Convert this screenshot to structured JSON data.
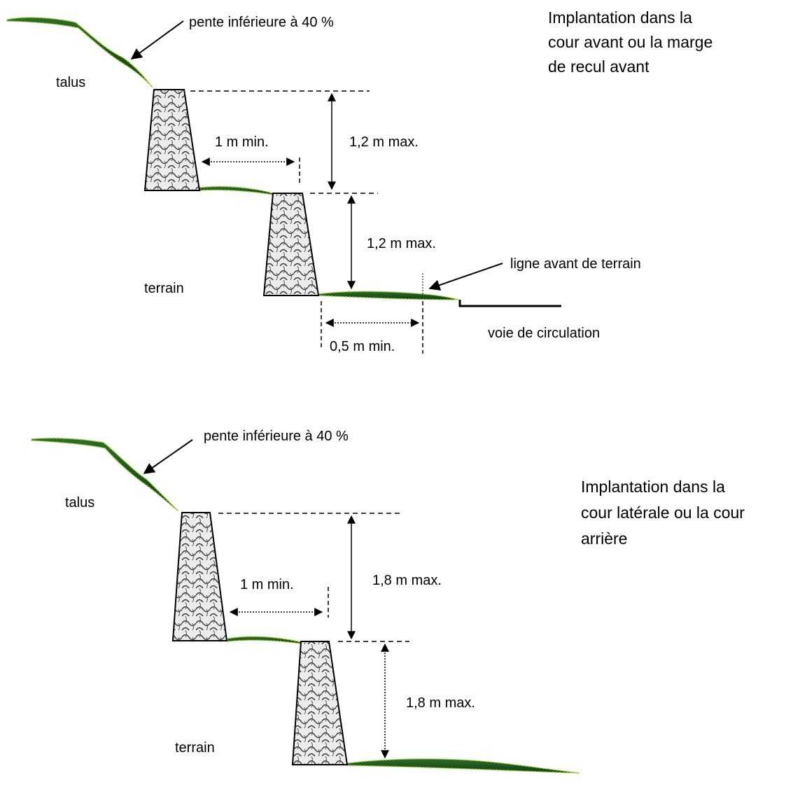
{
  "colors": {
    "ground_dark": "#1f4d1f",
    "ground_light": "#9acd32",
    "wall_fill": "#e8e8e8",
    "line": "#000000"
  },
  "top": {
    "title_lines": [
      "Implantation dans la",
      "cour avant ou la marge",
      "de recul avant"
    ],
    "slope_label": "pente inférieure à 40 %",
    "talus_label": "talus",
    "terrain_label": "terrain",
    "spacing_label": "1 m min.",
    "height_upper_label": "1,2 m max.",
    "height_lower_label": "1,2 m max.",
    "front_line_label": "ligne avant de terrain",
    "setback_label": "0,5 m min.",
    "road_label": "voie de circulation"
  },
  "bottom": {
    "title_lines": [
      "Implantation dans la",
      "cour latérale ou la cour",
      "arrière"
    ],
    "slope_label": "pente inférieure à 40 %",
    "talus_label": "talus",
    "terrain_label": "terrain",
    "spacing_label": "1 m min.",
    "height_upper_label": "1,8 m max.",
    "height_lower_label": "1,8 m max."
  }
}
